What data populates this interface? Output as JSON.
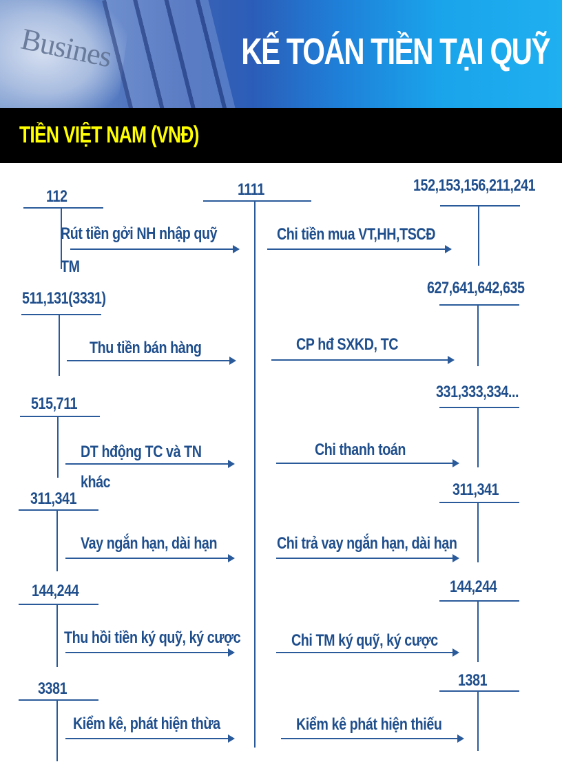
{
  "header": {
    "title": "KẾ TOÁN TIỀN TẠI QUỸ",
    "banner_text": "Busines",
    "subtitle": "TIỀN VIỆT NAM (VNĐ)",
    "colors": {
      "title": "#ffffff",
      "subtitle": "#ffff00",
      "subtitle_bg": "#000000",
      "diagram": "#1f4e8c"
    }
  },
  "center_account": {
    "label": "1111"
  },
  "debit_side": [
    {
      "account": "112",
      "text": "Rút tiền gởi NH nhập quỹ",
      "text2": "TM"
    },
    {
      "account": "511,131(3331)",
      "text": "Thu tiền bán hàng"
    },
    {
      "account": "515,711",
      "text": "DT hđộng TC và TN",
      "text2": "khác"
    },
    {
      "account": "311,341",
      "text": "Vay ngắn hạn, dài hạn"
    },
    {
      "account": "144,244",
      "text": "Thu hồi tiền ký quỹ, ký cược"
    },
    {
      "account": "3381",
      "text": "Kiểm kê, phát hiện thừa"
    }
  ],
  "credit_side": [
    {
      "account": "152,153,156,211,241",
      "text": "Chi tiền mua VT,HH,TSCĐ"
    },
    {
      "account": "627,641,642,635",
      "text": "CP hđ SXKD, TC"
    },
    {
      "account": "331,333,334...",
      "text": "Chi thanh toán"
    },
    {
      "account": "311,341",
      "text": "Chi trả vay ngắn hạn, dài hạn"
    },
    {
      "account": "144,244",
      "text": "Chi TM ký quỹ, ký cược"
    },
    {
      "account": "1381",
      "text": "Kiểm kê phát hiện thiếu"
    }
  ]
}
